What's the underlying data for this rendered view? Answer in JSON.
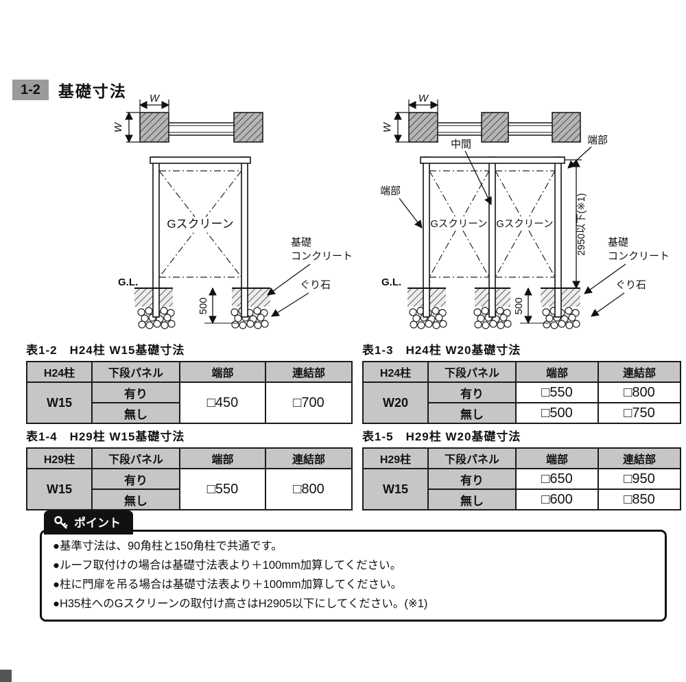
{
  "header": {
    "section_number": "1-2",
    "section_title": "基礎寸法"
  },
  "diagram_single": {
    "w_top": "W",
    "w_side": "W",
    "screen": "Gスクリーン",
    "gl": "G.L.",
    "depth": "500",
    "foundation_line1": "基礎",
    "foundation_line2": "コンクリート",
    "rubble": "ぐり石"
  },
  "diagram_double": {
    "w_top": "W",
    "w_side": "W",
    "middle": "中間",
    "end_left": "端部",
    "end_right": "端部",
    "height_limit": "2950以下(※1)",
    "screen_1": "Gスクリーン",
    "screen_2": "Gスクリーン",
    "gl": "G.L.",
    "depth": "500",
    "foundation_line1": "基礎",
    "foundation_line2": "コンクリート",
    "rubble": "ぐり石"
  },
  "tables": {
    "t12": {
      "title": "表1-2　H24柱 W15基礎寸法",
      "headers": [
        "H24柱",
        "下段パネル",
        "端部",
        "連結部"
      ],
      "size": "W15",
      "panel_yes": "有り",
      "panel_no": "無し",
      "end_value": "□450",
      "joint_value": "□700"
    },
    "t13": {
      "title": "表1-3　H24柱 W20基礎寸法",
      "headers": [
        "H24柱",
        "下段パネル",
        "端部",
        "連結部"
      ],
      "size": "W20",
      "panel_yes": "有り",
      "panel_no": "無し",
      "end_yes": "□550",
      "joint_yes": "□800",
      "end_no": "□500",
      "joint_no": "□750"
    },
    "t14": {
      "title": "表1-4　H29柱 W15基礎寸法",
      "headers": [
        "H29柱",
        "下段パネル",
        "端部",
        "連結部"
      ],
      "size": "W15",
      "panel_yes": "有り",
      "panel_no": "無し",
      "end_value": "□550",
      "joint_value": "□800"
    },
    "t15": {
      "title": "表1-5　H29柱 W20基礎寸法",
      "headers": [
        "H29柱",
        "下段パネル",
        "端部",
        "連結部"
      ],
      "size": "W15",
      "panel_yes": "有り",
      "panel_no": "無し",
      "end_yes": "□650",
      "joint_yes": "□950",
      "end_no": "□600",
      "joint_no": "□850"
    }
  },
  "points": {
    "tab_label": "ポイント",
    "items": [
      "●基準寸法は、90角柱と150角柱で共通です。",
      "●ルーフ取付けの場合は基礎寸法表より＋100mm加算してください。",
      "●柱に門扉を吊る場合は基礎寸法表より＋100mm加算してください。",
      "●H35柱へのGスクリーンの取付け高さはH2905以下にしてください。(※1)"
    ]
  }
}
